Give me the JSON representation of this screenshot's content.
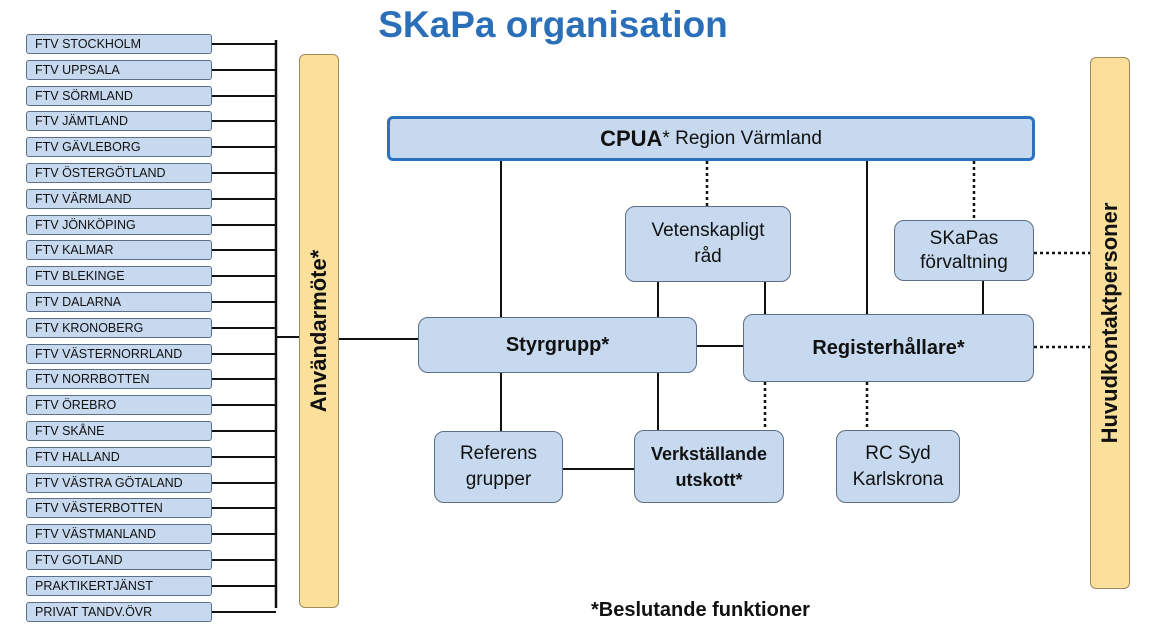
{
  "title": "SKaPa organisation",
  "ftv_list": [
    "FTV STOCKHOLM",
    "FTV UPPSALA",
    "FTV  SÖRMLAND",
    "FTV  JÄMTLAND",
    "FTV  GÄVLEBORG",
    "FTV  ÖSTERGÖTLAND",
    "FTV  VÄRMLAND",
    "FTV  JÖNKÖPING",
    "FTV  KALMAR",
    "FTV  BLEKINGE",
    "FTV  DALARNA",
    "FTV  KRONOBERG",
    "FTV  VÄSTERNORRLAND",
    "FTV  NORRBOTTEN",
    "FTV  ÖREBRO",
    "FTV  SKÅNE",
    "FTV  HALLAND",
    "FTV  VÄSTRA GÖTALAND",
    "FTV  VÄSTERBOTTEN",
    "FTV  VÄSTMANLAND",
    "FTV GOTLAND",
    "PRAKTIKERTJÄNST",
    "PRIVAT TANDV.ÖVR"
  ],
  "left_bar": "Användarmöte*",
  "right_bar": "Huvudkontaktpersoner",
  "cpua": {
    "strong": "CPUA",
    "rest": "* Region Värmland"
  },
  "boxes": {
    "vetenskapligt_line1": "Vetenskapligt",
    "vetenskapligt_line2": "råd",
    "forvaltning_line1": "SKaPas",
    "forvaltning_line2": "förvaltning",
    "styrgrupp": "Styrgrupp*",
    "registerhallare": "Registerhållare*",
    "referens_line1": "Referens",
    "referens_line2": "grupper",
    "verkstallande_line1": "Verkställande",
    "verkstallande_line2": "utskott*",
    "rcsyd_line1": "RC Syd",
    "rcsyd_line2": "Karlskrona"
  },
  "footnote": "*Beslutande funktioner"
}
